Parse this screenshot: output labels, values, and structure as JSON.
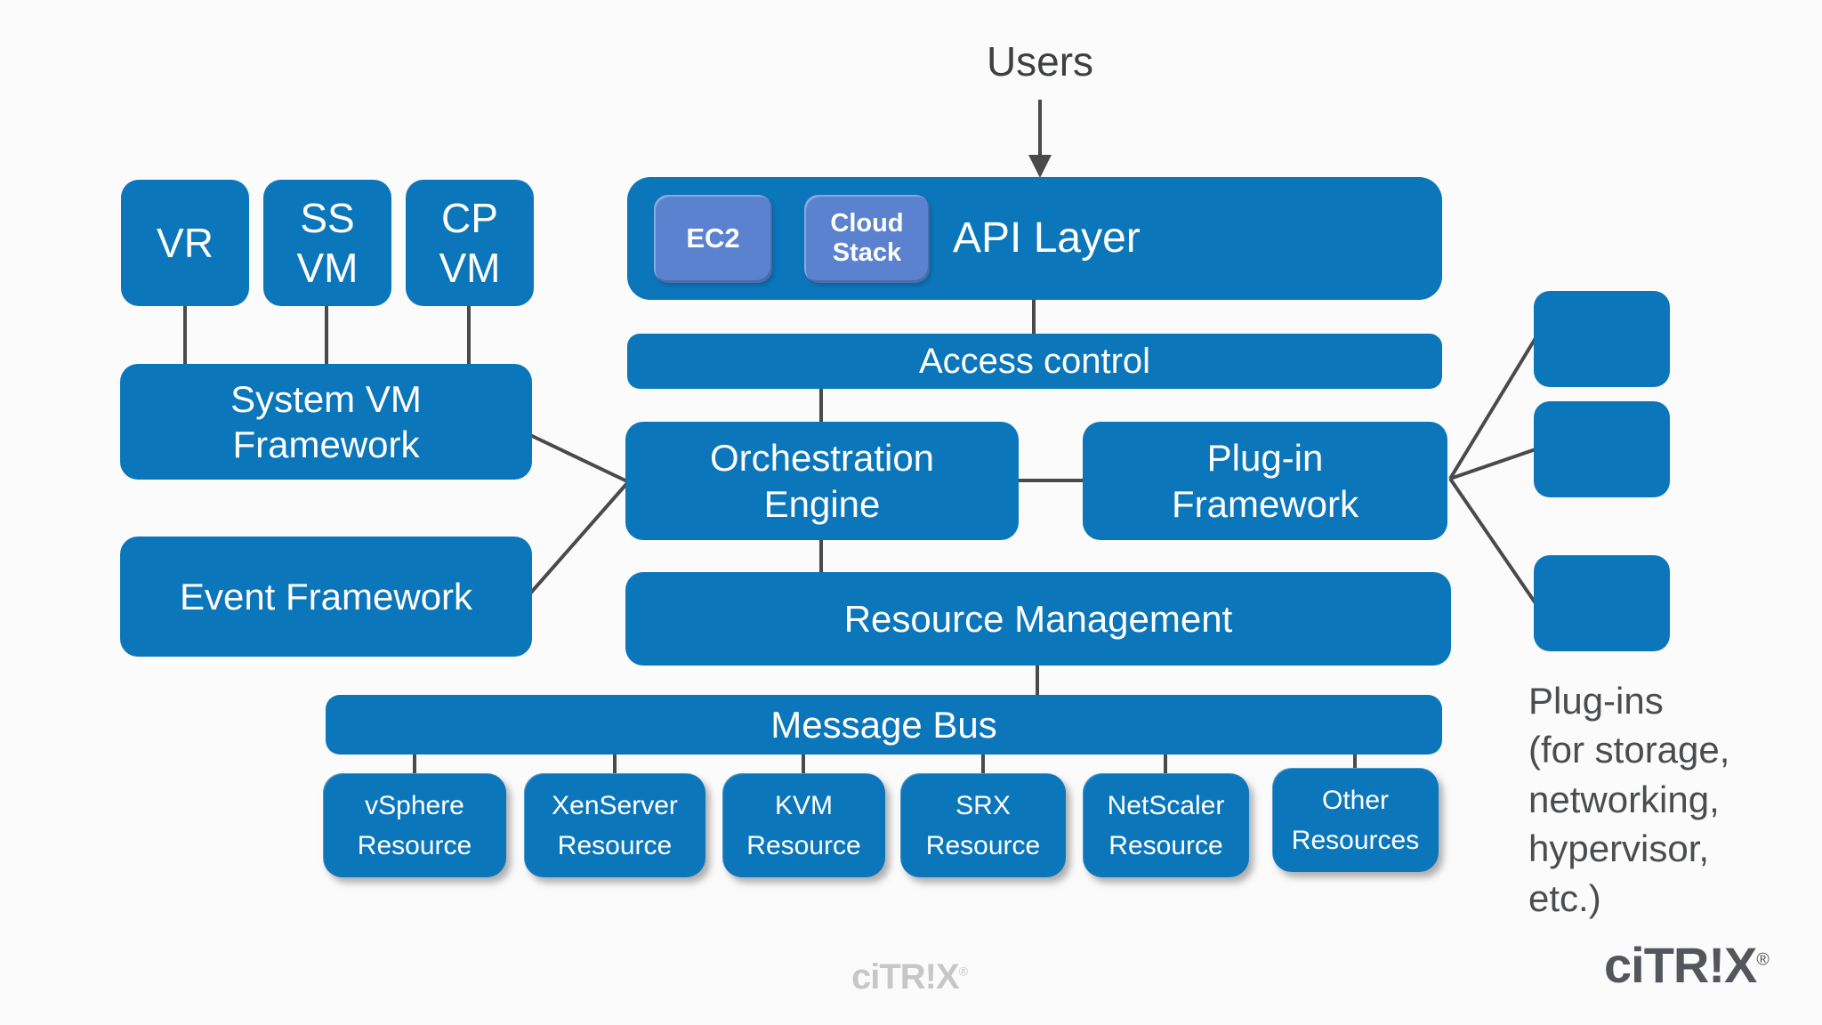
{
  "colors": {
    "primary_blue": "#0c76bb",
    "sub_box_blue": "#5b82cf",
    "connector_gray": "#4a4a4a",
    "caption_gray": "#4a4c4e",
    "watermark_gray": "#c6c7c9",
    "logo_gray": "#54565b"
  },
  "users_label": "Users",
  "left_column": {
    "vr": "VR",
    "ss_vm": "SS\nVM",
    "cp_vm": "CP\nVM",
    "system_vm_framework": "System VM\nFramework",
    "event_framework": "Event Framework"
  },
  "api_layer": {
    "label": "API Layer",
    "ec2": "EC2",
    "cloud_stack": "Cloud\nStack"
  },
  "core": {
    "access_control": "Access control",
    "orchestration_engine": "Orchestration\nEngine",
    "plug_in_framework": "Plug-in\nFramework",
    "resource_management": "Resource Management",
    "message_bus": "Message Bus"
  },
  "resources": [
    "vSphere\nResource",
    "XenServer\nResource",
    "KVM\nResource",
    "SRX\nResource",
    "NetScaler\nResource",
    "Other\nResources"
  ],
  "plugins_caption": "Plug-ins\n(for storage,\nnetworking,\nhypervisor,\netc.)",
  "branding": {
    "name": "CITRIX",
    "wordmark": "ciTR!X",
    "registered": "®"
  }
}
